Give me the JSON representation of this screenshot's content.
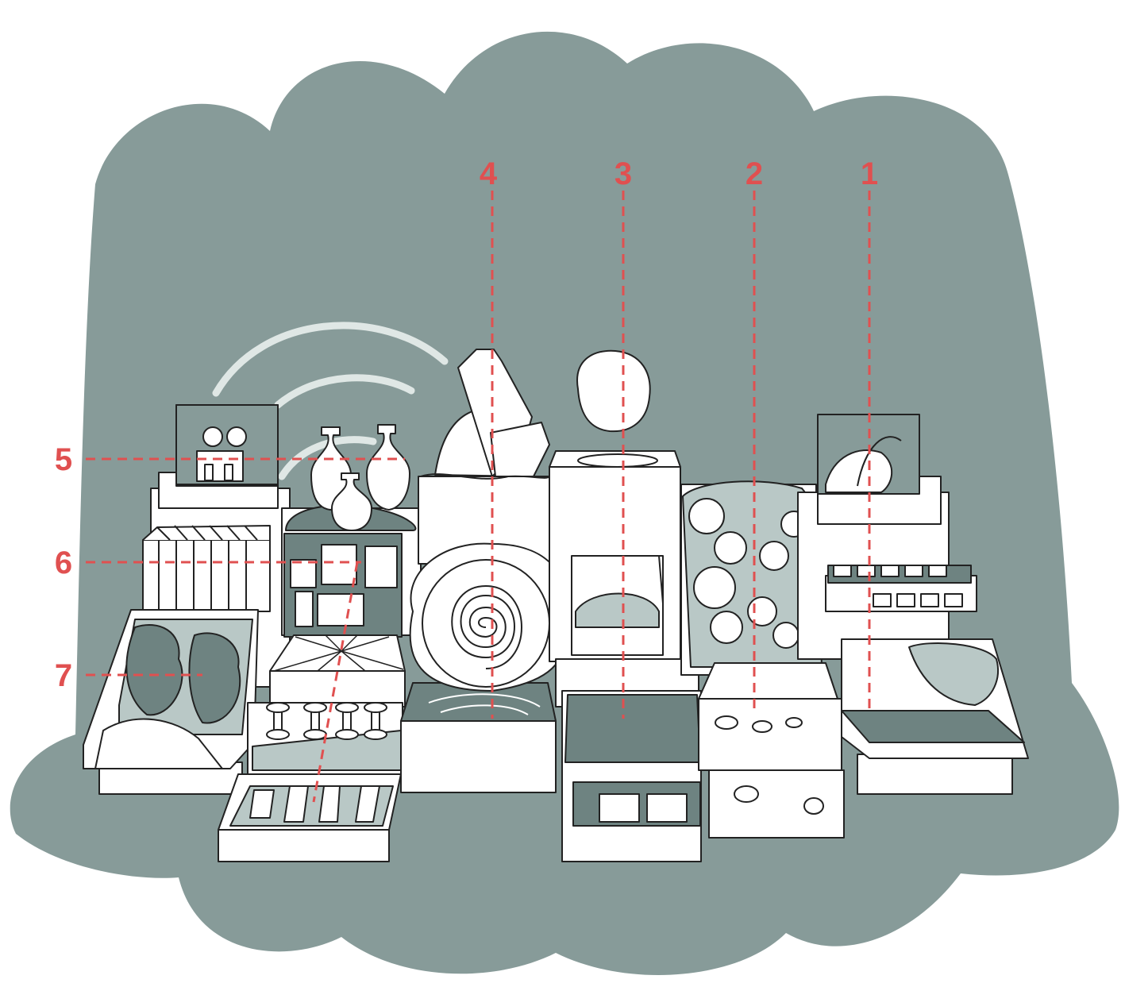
{
  "colors": {
    "background": "#ffffff",
    "cloud": "#879b99",
    "cloud_dark": "#6e8381",
    "box_fill": "#ffffff",
    "box_shade": "#b9c8c6",
    "ink": "#222222",
    "arc": "#dfe7e5",
    "callout": "#e05050"
  },
  "callouts": [
    {
      "id": "1",
      "label": "1"
    },
    {
      "id": "2",
      "label": "2"
    },
    {
      "id": "3",
      "label": "3"
    },
    {
      "id": "4",
      "label": "4"
    },
    {
      "id": "5",
      "label": "5"
    },
    {
      "id": "6",
      "label": "6"
    },
    {
      "id": "7",
      "label": "7"
    }
  ]
}
